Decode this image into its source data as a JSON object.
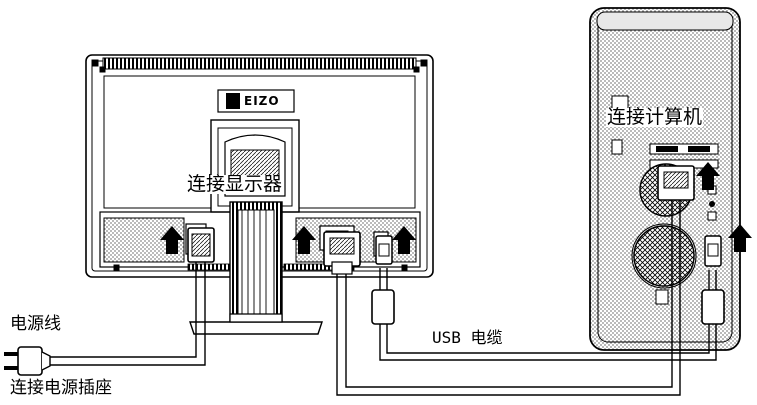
{
  "labels": {
    "connect_monitor": "连接显示器",
    "connect_computer": "连接计算机",
    "power_cord": "电源线",
    "connect_outlet": "连接电源插座",
    "usb_cable": "USB 电缆"
  },
  "logo": {
    "text": "EIZO"
  },
  "colors": {
    "line": "#000000",
    "background": "#ffffff",
    "panel": "#e8e8e8",
    "dots": "#9a9a9a"
  }
}
